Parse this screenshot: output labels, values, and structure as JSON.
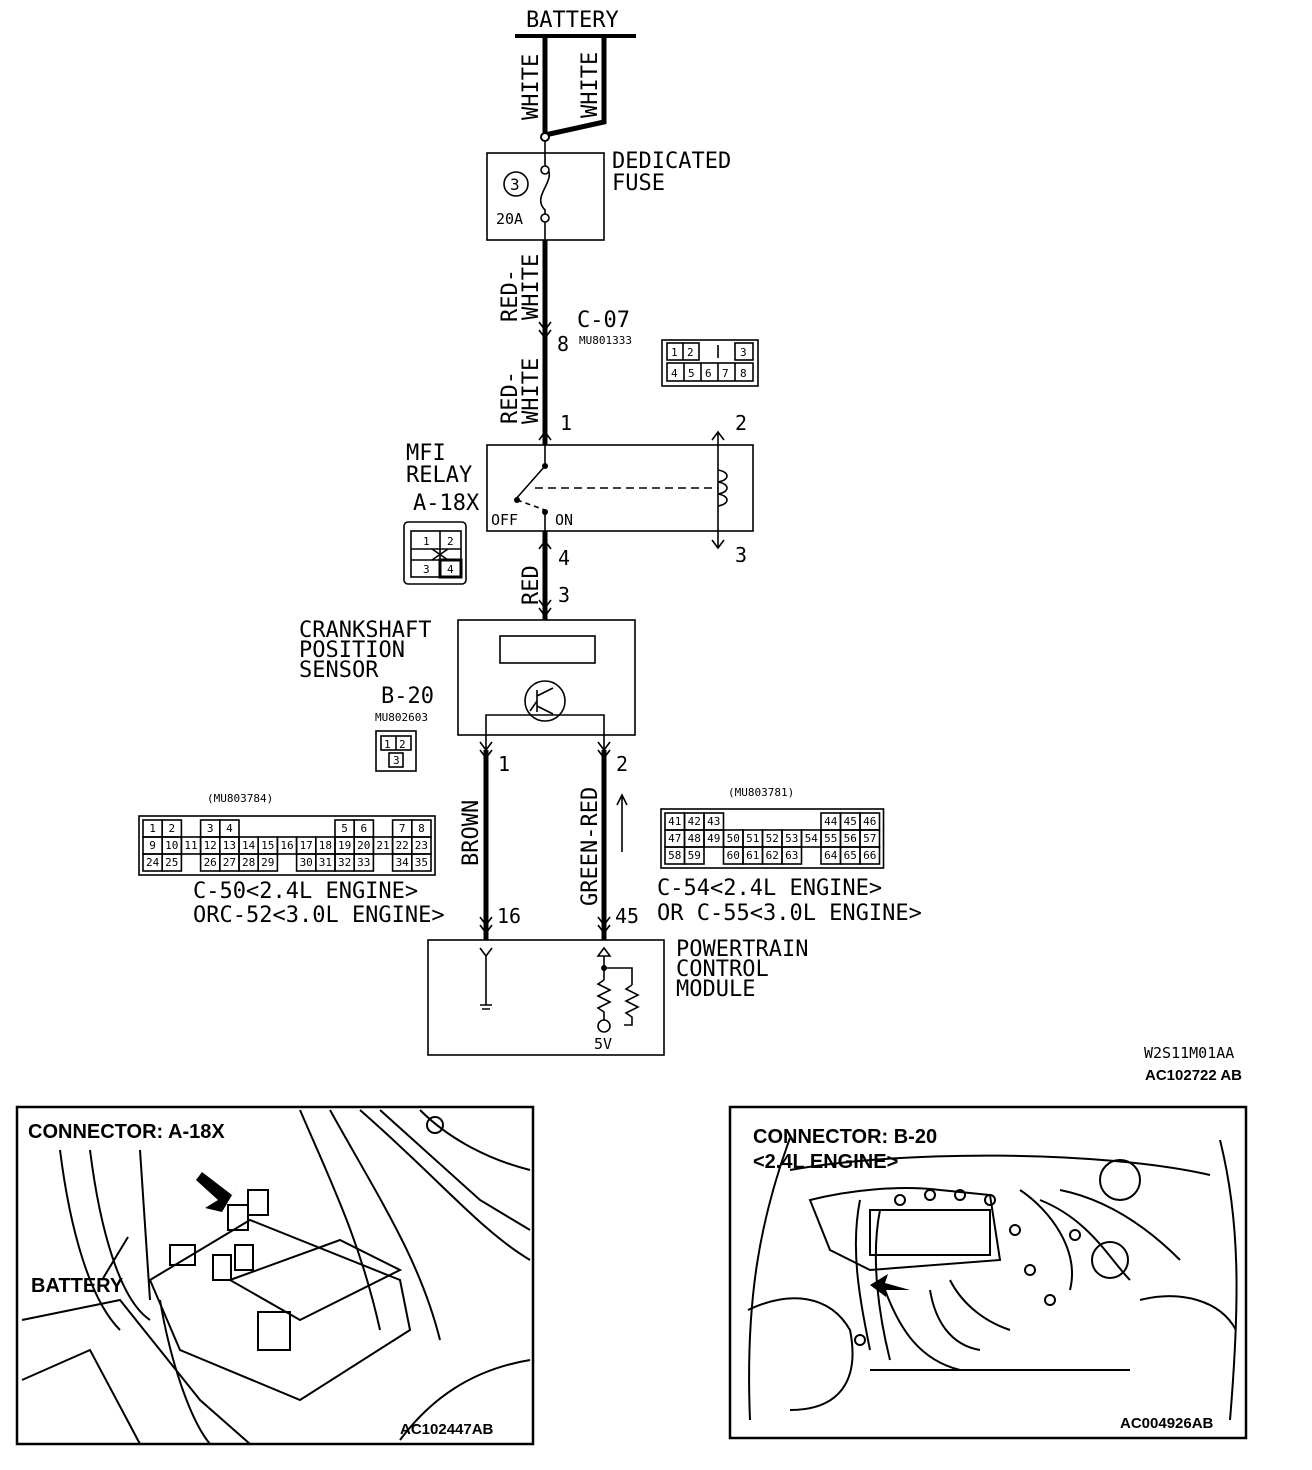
{
  "battery": "BATTERY",
  "wires": {
    "white_left": "WHITE",
    "white_right": "WHITE",
    "red_white_1": "RED-\nWHITE",
    "red_white_2": "RED-\nWHITE",
    "red": "RED",
    "brown": "BROWN",
    "green_red": "GREEN-RED"
  },
  "fuse": {
    "title_1": "DEDICATED",
    "title_2": "FUSE",
    "number": "3",
    "rating": "20A"
  },
  "c07": {
    "name": "C-07",
    "part": "MU801333",
    "pin": "8",
    "cells_top": [
      "1",
      "2",
      "",
      "3"
    ],
    "cells_bottom": [
      "4",
      "5",
      "6",
      "7",
      "8"
    ]
  },
  "relay": {
    "title_1": "MFI",
    "title_2": "RELAY",
    "connector": "A-18X",
    "off": "OFF",
    "on": "ON",
    "pins": [
      "1",
      "2",
      "3",
      "4"
    ],
    "cells": [
      "1",
      "2",
      "3",
      "4"
    ]
  },
  "sensor": {
    "title_1": "CRANKSHAFT",
    "title_2": "POSITION",
    "title_3": "SENSOR",
    "connector": "B-20",
    "part": "MU802603",
    "pin_in": "3",
    "pin_out_1": "1",
    "pin_out_2": "2",
    "cells": [
      "1",
      "2",
      "3"
    ]
  },
  "c50": {
    "part": "(MU803784)",
    "label_1": "C-50<2.4L ENGINE>",
    "label_2": "ORC-52<3.0L ENGINE>",
    "pin": "16",
    "row1": [
      "1",
      "2",
      "",
      "3",
      "4",
      "",
      "",
      "",
      "",
      "",
      "5",
      "6",
      "",
      "7",
      "8"
    ],
    "row2": [
      "9",
      "10",
      "11",
      "12",
      "13",
      "14",
      "15",
      "16",
      "17",
      "18",
      "19",
      "20",
      "21",
      "22",
      "23"
    ],
    "row3": [
      "24",
      "25",
      "",
      "26",
      "27",
      "28",
      "29",
      "",
      "30",
      "31",
      "32",
      "33",
      "",
      "34",
      "35"
    ]
  },
  "c54": {
    "part": "(MU803781)",
    "label_1": "C-54<2.4L ENGINE>",
    "label_2": "OR C-55<3.0L ENGINE>",
    "pin": "45",
    "row1": [
      "41",
      "42",
      "43",
      "",
      "",
      "",
      "",
      "",
      "44",
      "45",
      "46"
    ],
    "row2": [
      "47",
      "48",
      "49",
      "50",
      "51",
      "52",
      "53",
      "54",
      "55",
      "56",
      "57"
    ],
    "row3": [
      "58",
      "59",
      "",
      "60",
      "61",
      "62",
      "63",
      "",
      "64",
      "65",
      "66"
    ]
  },
  "pcm": {
    "title_1": "POWERTRAIN",
    "title_2": "CONTROL",
    "title_3": "MODULE",
    "voltage": "5V"
  },
  "codes": {
    "diagram_code": "W2S11M01AA",
    "figure_code": "AC102722 AB"
  },
  "photo_left": {
    "title": "CONNECTOR: A-18X",
    "battery": "BATTERY",
    "code": "AC102447AB"
  },
  "photo_right": {
    "title_1": "CONNECTOR: B-20",
    "title_2": "<2.4L ENGINE>",
    "code": "AC004926AB"
  }
}
